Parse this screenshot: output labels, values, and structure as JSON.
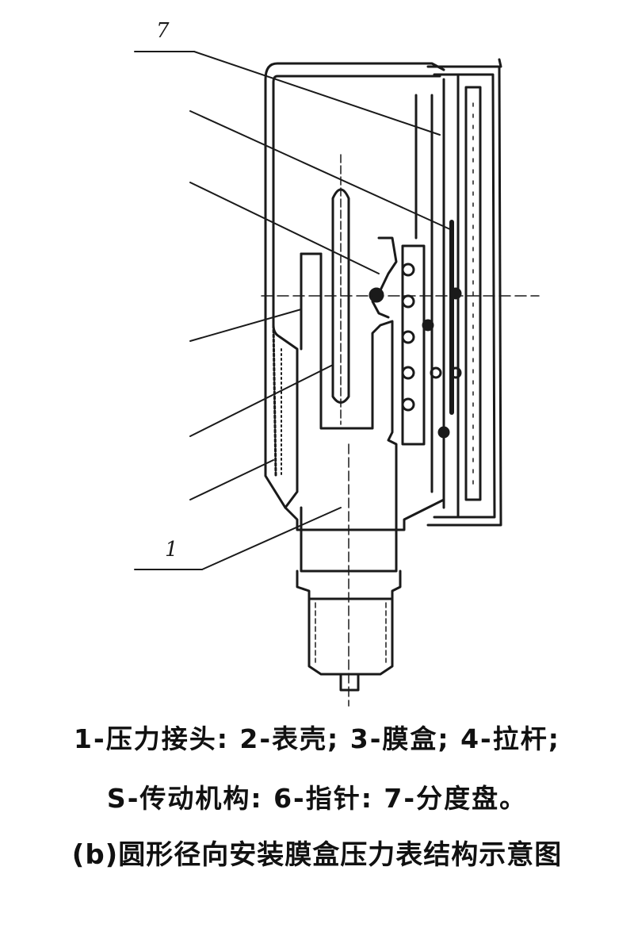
{
  "diagram": {
    "labels": {
      "top": "7",
      "bottom": "1"
    }
  },
  "caption": {
    "line1": "1-压力接头: 2-表壳; 3-膜盒; 4-拉杆;",
    "line2": "S-传动机构: 6-指针: 7-分度盘。",
    "title": "(b)圆形径向安装膜盒压力表结构示意图"
  }
}
